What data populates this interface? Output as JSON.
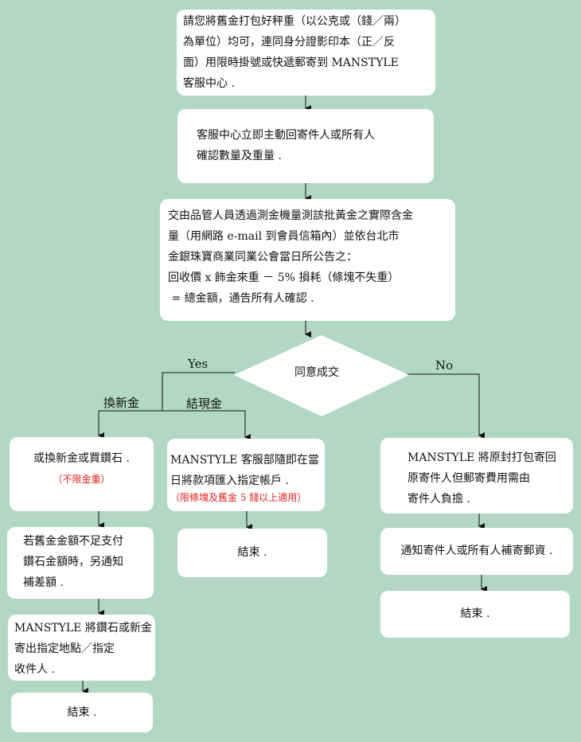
{
  "steps": {
    "step1": [
      "請您將舊金打包好秤重（以公克或（錢／兩）",
      "為單位）均可，連同身分證影印本（正／反",
      "面）用限時掛號或快遞郵寄到 MANSTYLE",
      "客服中心 ."
    ],
    "step2": [
      "客服中心立即主動回寄件人或所有人",
      "確認數量及重量 ."
    ],
    "step3": [
      "交由品管人員透過測金機量測該批黃金之實際含金",
      "量（用網路 e-mail 到會員信箱內）並依台北市",
      "金銀珠寶商業同業公會當日所公告之：",
      "回收價 x 飾金來重 － 5% 損耗（條塊不失重）",
      " = 總金額，通告所有人確認 ."
    ]
  },
  "decision": {
    "label": "同意成交",
    "yes": "Yes",
    "no": "No"
  },
  "branch_labels": {
    "exchange": "換新金",
    "cash": "結現金"
  },
  "exchange": {
    "box1": "或換新金或買鑽石 .",
    "box1_note": "（不限金重）",
    "box2": [
      "若舊金金額不足支付",
      "鑽石金額時，另通知",
      "補差額 ."
    ],
    "box3": [
      "MANSTYLE 將鑽石或新金",
      "寄出指定地點／指定",
      "收件人 ."
    ],
    "end": "結束 ."
  },
  "cash": {
    "box1": [
      "MANSTYLE 客服部隨即在當",
      "日將款項匯入指定帳戶 ."
    ],
    "box1_note": "（限條塊及舊金 5 錢以上適用）",
    "end": "結束 ."
  },
  "no_branch": {
    "box1": [
      "MANSTYLE 將原封打包寄回",
      "原寄件人但郵寄費用需由",
      "寄件人負擔 ."
    ],
    "box2": "通知寄件人或所有人補寄郵資 .",
    "end": "結束 ."
  }
}
